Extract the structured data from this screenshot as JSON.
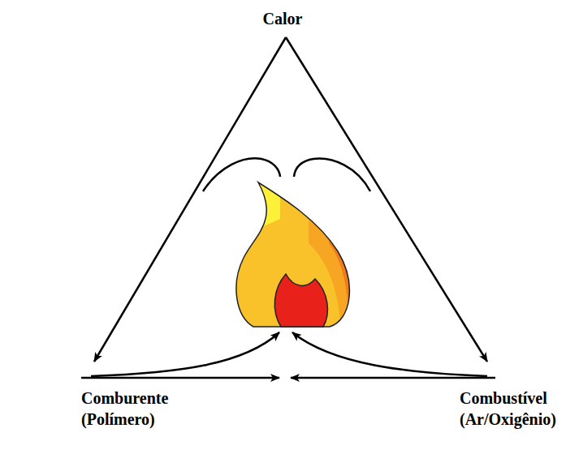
{
  "diagram": {
    "labels": [
      "Calor",
      "Comburente (Polímero)",
      "Combustível (Ar/Oxigênio)"
    ]
  }
}
